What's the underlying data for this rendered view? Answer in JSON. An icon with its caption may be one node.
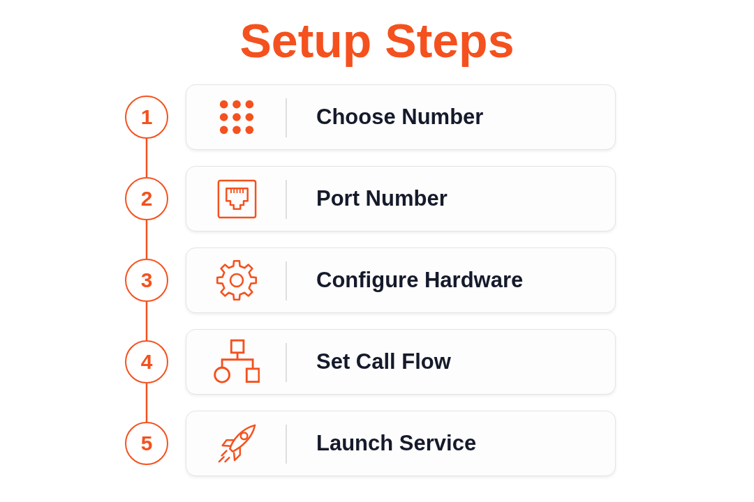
{
  "diagram": {
    "title": "Setup Steps",
    "nodes": [
      {
        "text": [
          "1"
        ]
      },
      {
        "text": [
          "Choose Number"
        ]
      },
      {
        "text": [
          "2"
        ]
      },
      {
        "text": [
          "Port Number"
        ]
      },
      {
        "text": [
          "3"
        ]
      },
      {
        "text": [
          "Configure Hardware"
        ]
      },
      {
        "text": [
          "4"
        ]
      },
      {
        "text": [
          "Set Call Flow"
        ]
      },
      {
        "text": [
          "5"
        ]
      },
      {
        "text": [
          "Launch Service"
        ]
      }
    ],
    "edges": [
      {
        "from": 0,
        "to": 2,
        "arrow": "none"
      },
      {
        "from": 2,
        "to": 4,
        "arrow": "none"
      },
      {
        "from": 4,
        "to": 6,
        "arrow": "none"
      },
      {
        "from": 6,
        "to": 8,
        "arrow": "none"
      }
    ]
  }
}
